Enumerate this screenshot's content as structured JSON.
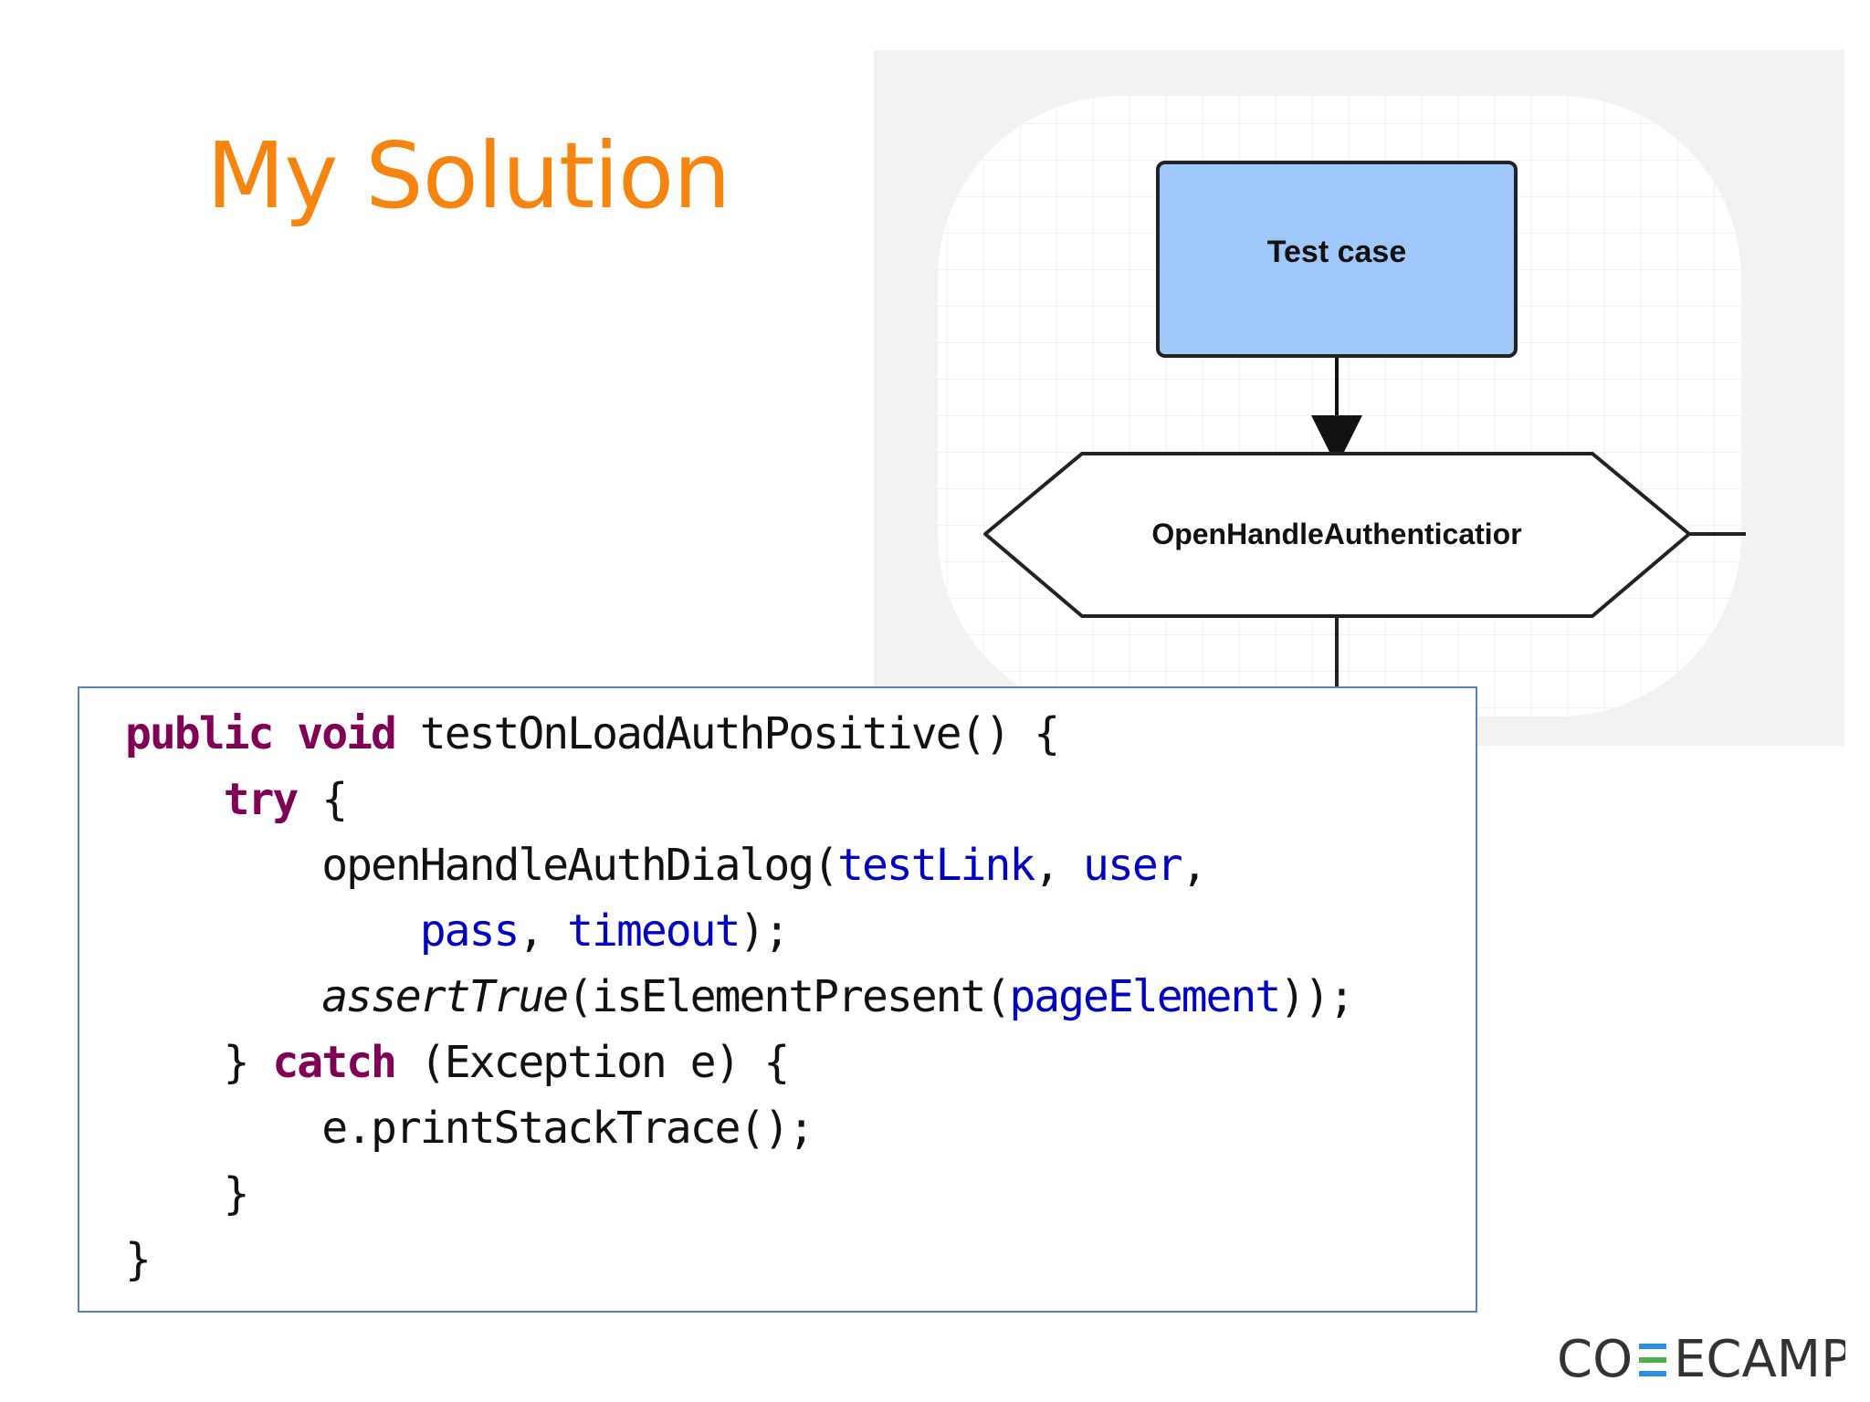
{
  "slide": {
    "title": "My Solution"
  },
  "diagram": {
    "start_node": "Test case",
    "process_node": "OpenHandleAuthenticatior"
  },
  "code": {
    "line1": {
      "kw1": "public",
      "kw2": "void",
      "rest": " testOnLoadAuthPositive() {"
    },
    "line2": {
      "kw": "try",
      "rest": " {"
    },
    "line3": {
      "method": "openHandleAuthDialog(",
      "arg1": "testLink",
      "sep1": ", ",
      "arg2": "user",
      "end": ","
    },
    "line4": {
      "arg3": "pass",
      "sep": ", ",
      "arg4": "timeout",
      "end": ");"
    },
    "line5": {
      "method": "assertTrue",
      "open": "(isElementPresent(",
      "arg": "pageElement",
      "end": "));"
    },
    "line6": {
      "close": "} ",
      "kw": "catch",
      "rest": " (Exception e) {"
    },
    "line7": {
      "text": "e.printStackTrace();"
    },
    "line8": {
      "text": "}"
    },
    "line9": {
      "text": "}"
    }
  },
  "logo": {
    "name": "CODECAMP",
    "parts": [
      "CO",
      "ECAMP"
    ],
    "colors": {
      "text": "#333333",
      "accent_blue": "#2f8fd8",
      "accent_green": "#4caf50"
    }
  },
  "colors": {
    "title": "#f5850f",
    "start_node_fill": "#9fc7f7",
    "code_border": "#5a84c0",
    "keyword": "#7f0055",
    "field": "#0000c0"
  }
}
